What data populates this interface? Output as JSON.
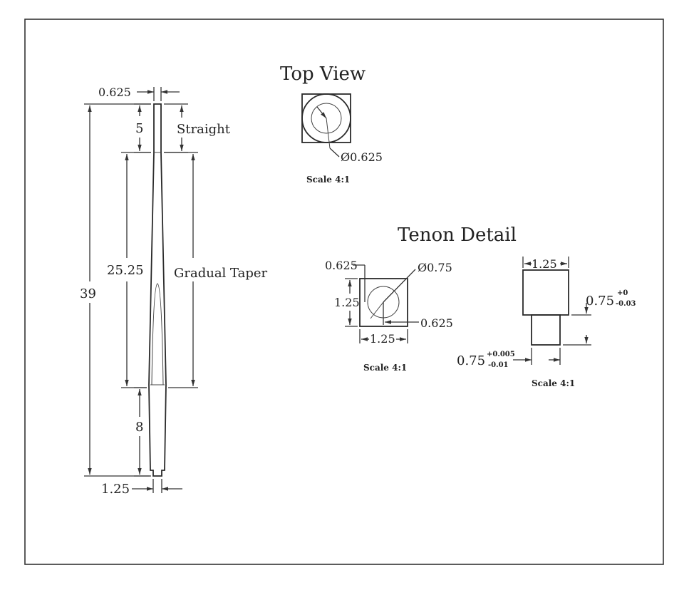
{
  "leg_view": {
    "top_width": "0.625",
    "straight_length": "5",
    "straight_label": "Straight",
    "taper_length": "25.25",
    "taper_label": "Gradual Taper",
    "total_length": "39",
    "bottom_length": "8",
    "bottom_width": "1.25"
  },
  "top_view": {
    "title": "Top View",
    "diameter": "Ø0.625",
    "scale": "Scale 4:1"
  },
  "tenon_detail": {
    "title": "Tenon Detail",
    "offset_top": "0.625",
    "diameter": "Ø0.75",
    "height": "1.25",
    "offset_right": "0.625",
    "width": "1.25",
    "scale_left": "Scale 4:1",
    "side_width": "1.25",
    "head_height": "0.75",
    "head_tol_plus": "+0",
    "head_tol_minus": "-0.03",
    "tenon_width": "0.75",
    "tenon_tol_plus": "+0.005",
    "tenon_tol_minus": "-0.01",
    "scale_right": "Scale 4:1"
  }
}
